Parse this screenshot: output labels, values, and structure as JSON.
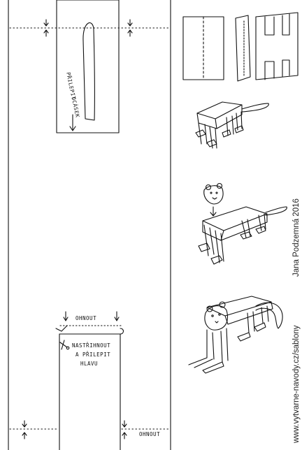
{
  "template": {
    "top_piece_label_line1": "PŘILEPIT",
    "top_piece_label_line2": "OCÁSEK",
    "fold_label_top": "OHNOUT",
    "fold_label_bottom": "OHNOUT",
    "cut_glue_line1": "NASTŘIHNOUT",
    "cut_glue_line2": "A PŘILEPIT",
    "cut_glue_line3": "HLAVU"
  },
  "credits": {
    "website": "www.vytvarne-navody.cz/sablony",
    "author": "Jana Podzemná 2016"
  },
  "colors": {
    "ink": "#111111",
    "paper": "#ffffff"
  }
}
